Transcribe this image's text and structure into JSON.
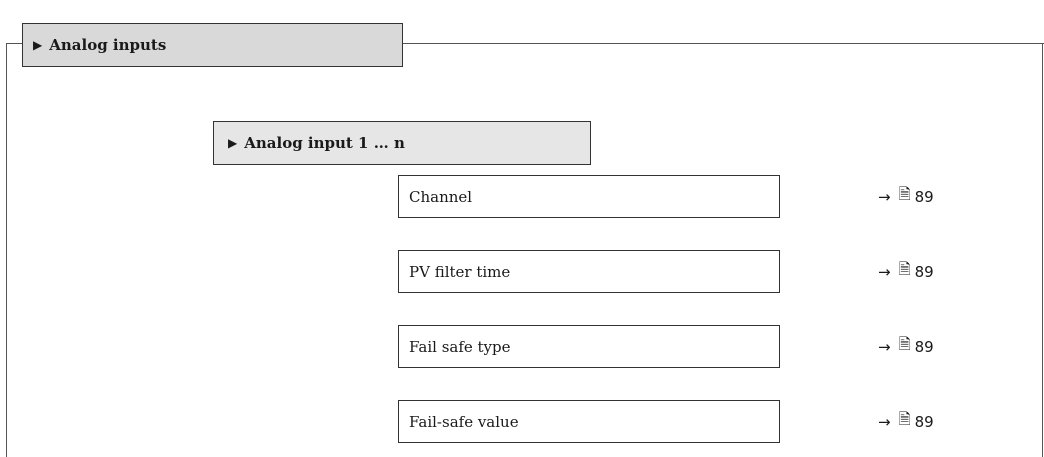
{
  "menu": {
    "main": {
      "label": "Analog inputs",
      "arrow": "▶"
    },
    "sub": {
      "label": "Analog input 1 … n",
      "arrow": "▶"
    }
  },
  "parameters": [
    {
      "label": "Channel",
      "ref_arrow": "→",
      "ref_icon": "🗎",
      "ref_page": "89"
    },
    {
      "label": "PV filter time",
      "ref_arrow": "→",
      "ref_icon": "🗎",
      "ref_page": "89"
    },
    {
      "label": "Fail safe type",
      "ref_arrow": "→",
      "ref_icon": "🗎",
      "ref_page": "89"
    },
    {
      "label": "Fail-safe value",
      "ref_arrow": "→",
      "ref_icon": "🗎",
      "ref_page": "89"
    }
  ],
  "colors": {
    "main_menu_bg": "#d9d9d9",
    "sub_menu_bg": "#e6e6e6",
    "border": "#333333"
  }
}
